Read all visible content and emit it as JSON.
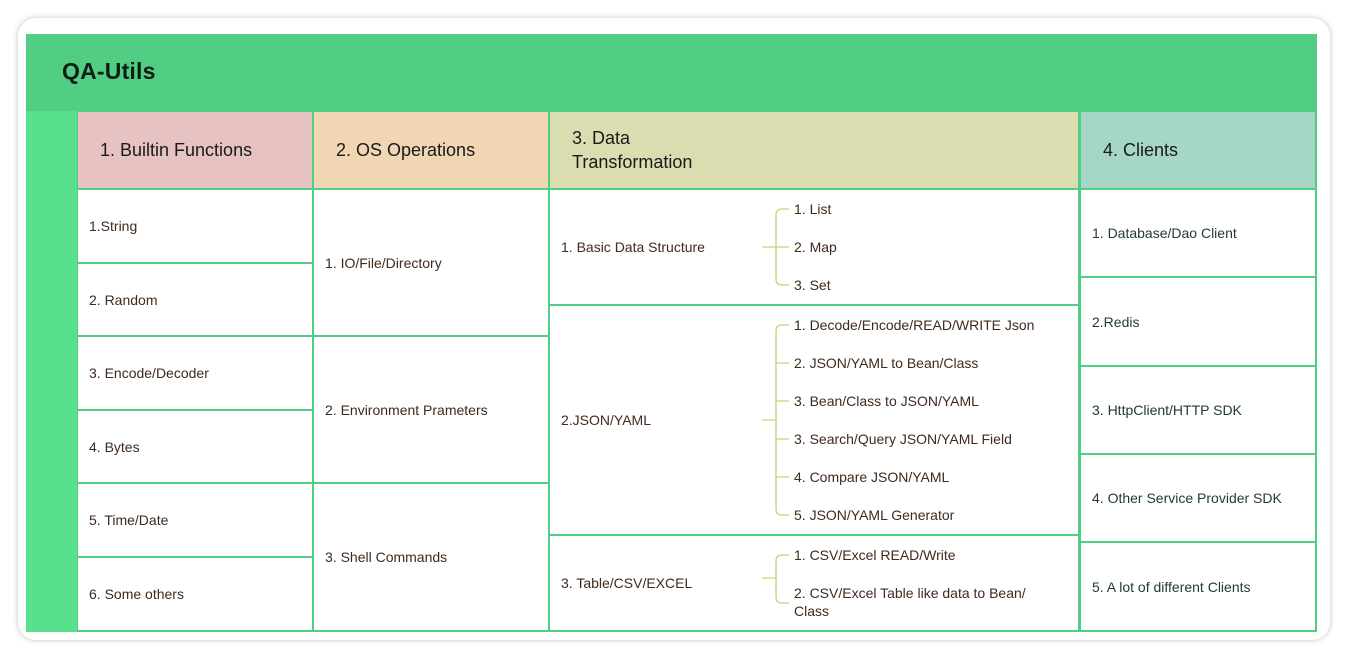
{
  "title": "QA-Utils",
  "columns": [
    {
      "header": "1. Builtin Functions",
      "color": "#e6c3c2"
    },
    {
      "header": "2. OS Operations",
      "color": "#f0d6b3"
    },
    {
      "header": "3. Data\nTransformation",
      "color": "#d9ddb0"
    },
    {
      "header": "4. Clients",
      "color": "#a5d6c8"
    }
  ],
  "builtin": [
    "1.String",
    "2. Random",
    "3. Encode/Decoder",
    "4. Bytes",
    "5. Time/Date",
    "6. Some others"
  ],
  "os": [
    "1. IO/File/Directory",
    "2. Environment Prameters",
    "3. Shell Commands"
  ],
  "data": [
    {
      "label": "1. Basic Data Structure",
      "items": [
        "1. List",
        "2. Map",
        "3. Set"
      ]
    },
    {
      "label": "2.JSON/YAML",
      "items": [
        "1. Decode/Encode/READ/WRITE Json",
        "2. JSON/YAML to Bean/Class",
        "3. Bean/Class to JSON/YAML",
        "3. Search/Query JSON/YAML Field",
        "4. Compare JSON/YAML",
        "5. JSON/YAML Generator"
      ]
    },
    {
      "label": "3. Table/CSV/EXCEL",
      "items": [
        "1. CSV/Excel READ/Write",
        "2. CSV/Excel Table like data to Bean/ Class"
      ]
    }
  ],
  "clients": [
    "1. Database/Dao Client",
    "2.Redis",
    "3. HttpClient/HTTP SDK",
    "4. Other Service Provider SDK",
    "5. A lot of different Clients"
  ]
}
